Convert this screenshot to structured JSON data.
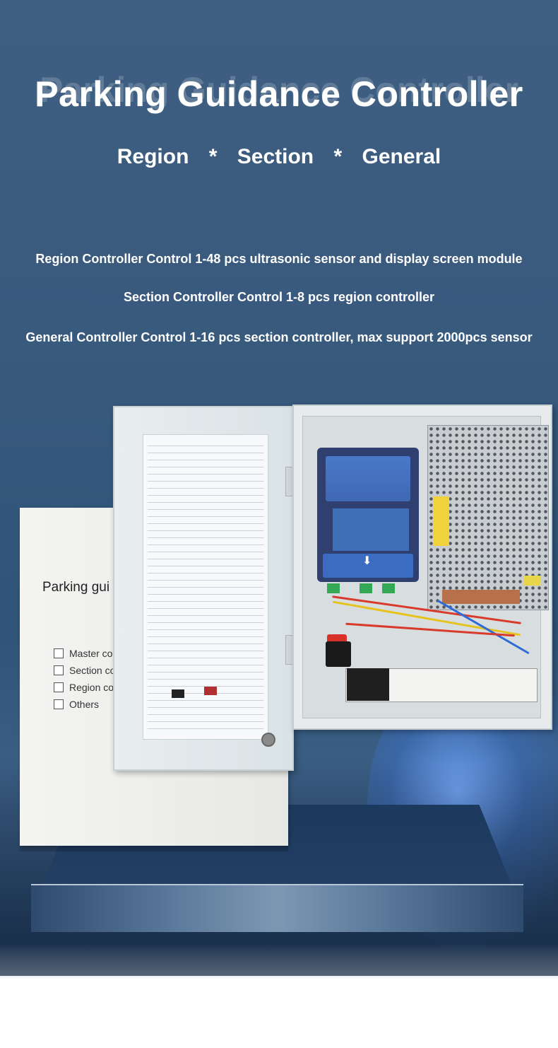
{
  "header": {
    "title": "Parking Guidance Controller",
    "subtitle_parts": [
      "Region",
      "*",
      "Section",
      "*",
      "General"
    ]
  },
  "descriptions": [
    "Region Controller Control 1-48 pcs ultrasonic sensor and display screen module",
    "Section Controller Control 1-8 pcs region controller",
    "General Controller Control 1-16 pcs section controller, max support 2000pcs sensor"
  ],
  "product": {
    "box_label": "Parking gui",
    "checklist": [
      "Master con",
      "Section co",
      "Region co",
      "Others"
    ]
  },
  "colors": {
    "background_top": "#3f5f82",
    "pedestal": "#1c3a5e",
    "glow": "#78aaff"
  }
}
